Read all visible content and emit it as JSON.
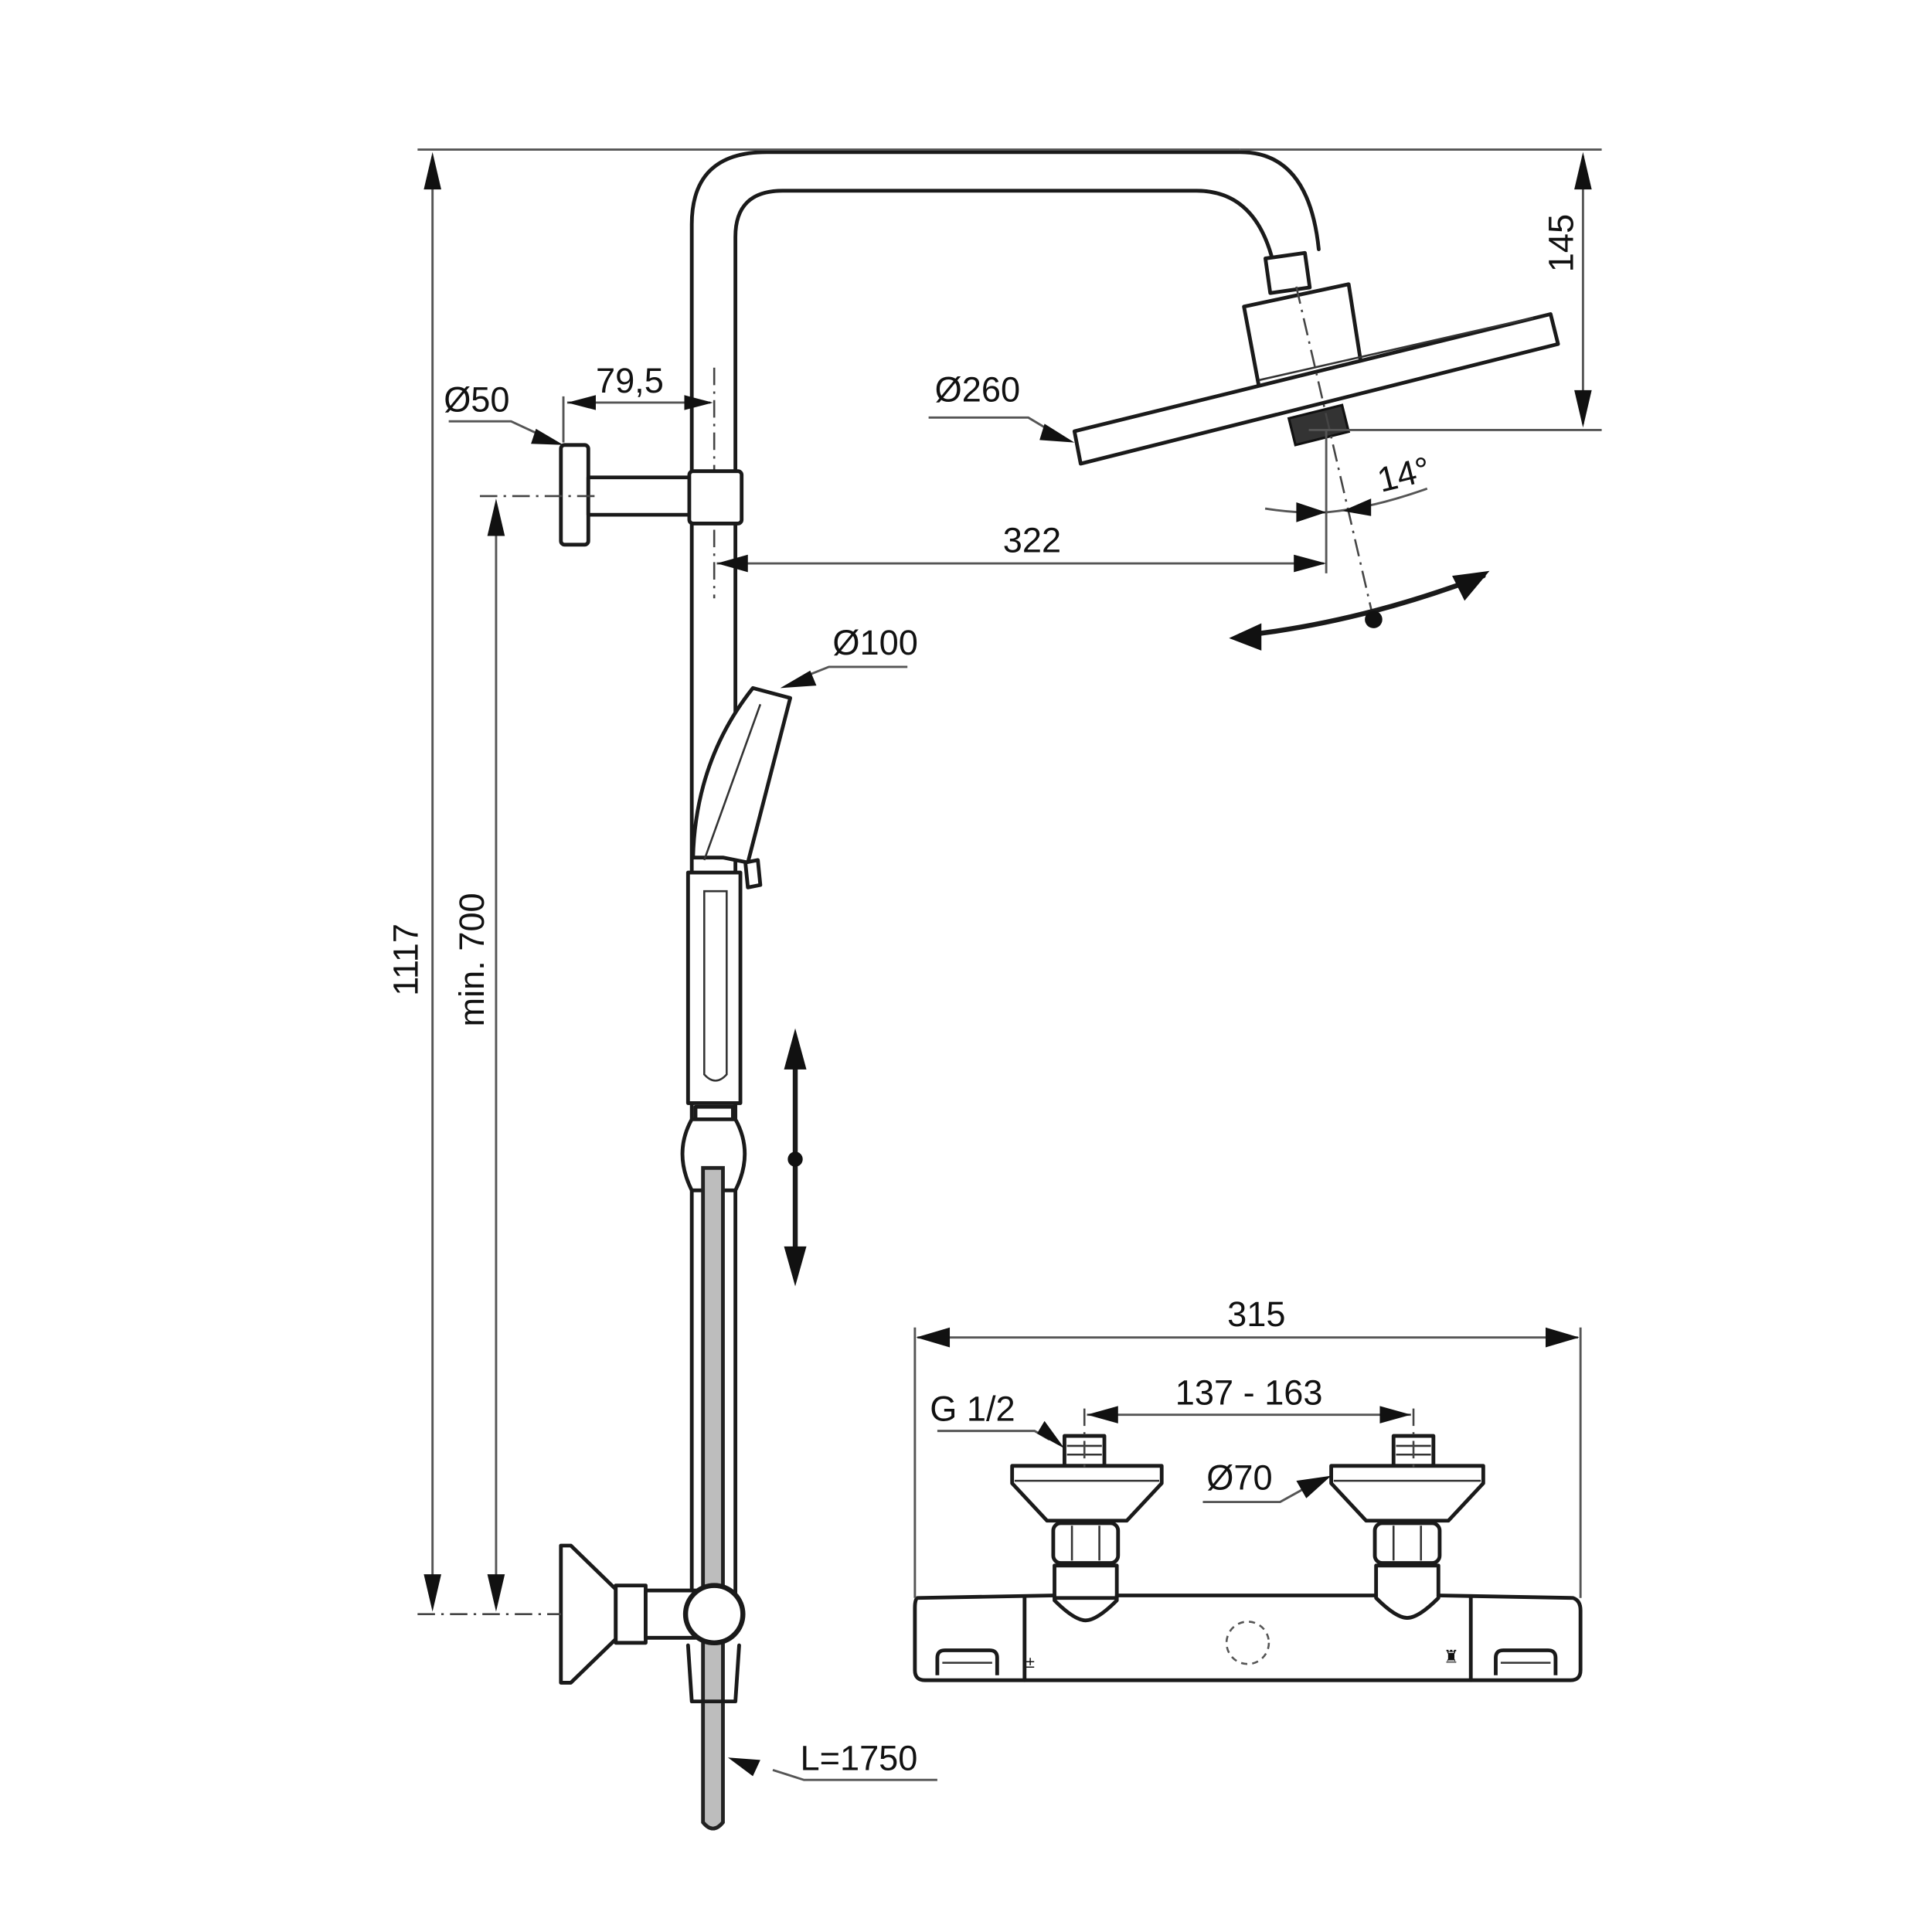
{
  "drawing": {
    "title": "Shower system technical drawing",
    "units": "mm",
    "colors": {
      "line": "#1a1a1a",
      "dimension": "#555555",
      "hose_fill": "#bdbdbd",
      "background": "#ffffff"
    }
  },
  "dimensions": {
    "total_height": "1117",
    "min_height": "min. 700",
    "wall_bracket_diameter": "Ø50",
    "bracket_offset": "79,5",
    "head_drop": "145",
    "head_diameter": "Ø260",
    "head_tilt": "14°",
    "arm_reach": "322",
    "hand_shower_diameter": "Ø100",
    "hose_length": "L=1750",
    "mixer_width": "315",
    "inlet_thread": "G 1/2",
    "inlet_centers": "137 - 163",
    "escutcheon_diameter": "Ø70"
  },
  "indicators": {
    "head_rotation": "rotation-arrow",
    "slider_travel": "vertical-travel-arrow"
  },
  "mixer_symbols": {
    "left": "temperature-plus-minus",
    "right": "flow-shower"
  }
}
